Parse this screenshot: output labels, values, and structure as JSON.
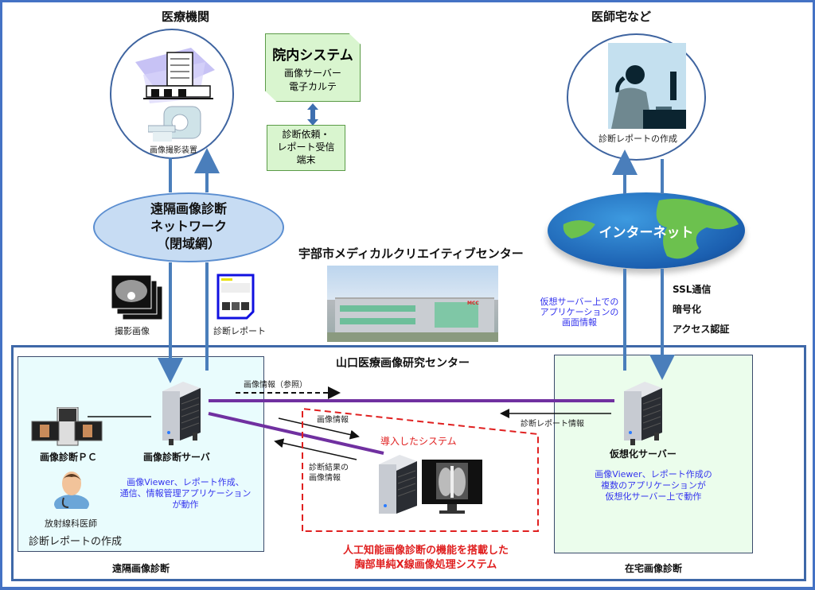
{
  "hospital": {
    "title": "医療機関",
    "device_label": "画像撮影装置"
  },
  "internal_system": {
    "title": "院内システム",
    "line1": "画像サーバー",
    "line2": "電子カルテ",
    "terminal_line1": "診断依頼・",
    "terminal_line2": "レポート受信",
    "terminal_line3": "端末"
  },
  "home": {
    "title": "医師宅など",
    "caption": "診断レポートの作成"
  },
  "network": {
    "line1": "遠隔画像診断",
    "line2": "ネットワーク",
    "line3": "（閉域網）"
  },
  "internet": {
    "label": "インターネット"
  },
  "security": {
    "items": [
      "SSL通信",
      "暗号化",
      "アクセス認証"
    ]
  },
  "virtual_screen_note": {
    "line1": "仮想サーバー上での",
    "line2": "アプリケーションの",
    "line3": "画面情報"
  },
  "icons_left": {
    "images_label": "撮影画像",
    "report_label": "診断レポート"
  },
  "mcc": {
    "title": "宇部市メディカルクリエイティブセンター",
    "sign": "MCC"
  },
  "research_center": {
    "title": "山口医療画像研究センター"
  },
  "remote_panel": {
    "footer": "遠隔画像診断",
    "pc_label": "画像診断ＰＣ",
    "server_label": "画像診断サーバ",
    "server_note_line1": "画像Viewer、レポート作成、",
    "server_note_line2": "通信、情報管理アプリケーション",
    "server_note_line3": "が動作",
    "doctor_role": "放射線科医師",
    "doctor_task": "診断レポートの作成"
  },
  "home_panel": {
    "footer": "在宅画像診断",
    "server_label": "仮想化サーバー",
    "note_line1": "画像Viewer、レポート作成の",
    "note_line2": "複数のアプリケーションが",
    "note_line3": "仮想化サーバー上で動作"
  },
  "flows": {
    "image_ref": "画像情報（参照）",
    "image_info": "画像情報",
    "result_line1": "診断結果の",
    "result_line2": "画像情報",
    "report_info": "診断レポート情報"
  },
  "ai_system": {
    "tag": "導入したシステム",
    "caption_line1": "人工知能画像診断の機能を搭載した",
    "caption_line2": "胸部単純X線画像処理システム"
  },
  "colors": {
    "frame": "#4472c4",
    "arrow_blue": "#4a7ebb",
    "purple_link": "#7030a0",
    "red_dashed": "#e02020",
    "blue_note": "#3333ee",
    "cyan_panel": "#e9fcfd",
    "green_panel": "#ebfdec"
  }
}
